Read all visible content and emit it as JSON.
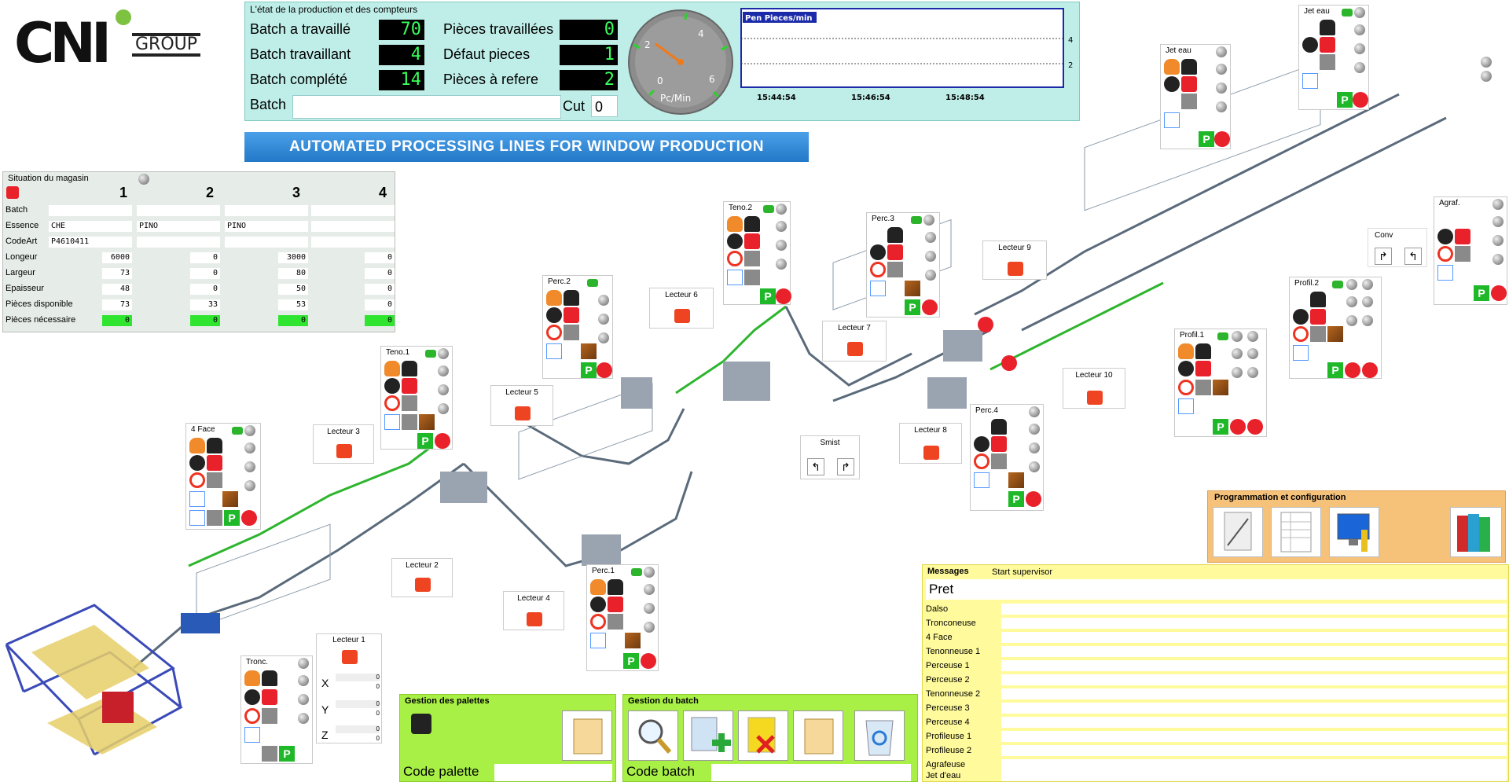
{
  "logo": {
    "text": "CNI",
    "group": "GROUP"
  },
  "production": {
    "title": "L'état de la production et des compteurs",
    "batch_worked_label": "Batch a travaillé",
    "batch_worked_value": "70",
    "batch_working_label": "Batch travaillant",
    "batch_working_value": "4",
    "batch_done_label": "Batch complété",
    "batch_done_value": "14",
    "pieces_worked_label": "Pièces travaillées",
    "pieces_worked_value": "0",
    "defects_label": "Défaut pieces",
    "defects_value": "1",
    "redo_label": "Pièces à refere",
    "redo_value": "2",
    "batch_label": "Batch",
    "batch_value": "",
    "cut_label": "Cut",
    "cut_value": "0"
  },
  "gauge": {
    "unit": "Pc/Min",
    "ticks": [
      "0",
      "2",
      "4",
      "6"
    ],
    "value": 2.4
  },
  "trend": {
    "pen_label": "Pen Pieces/min",
    "y_ticks": [
      "4",
      "2"
    ],
    "times": [
      "15:44:54",
      "15:46:54",
      "15:48:54"
    ]
  },
  "banner": "AUTOMATED PROCESSING LINES FOR WINDOW PRODUCTION",
  "magasin": {
    "title": "Situation du magasin",
    "columns": [
      "1",
      "2",
      "3",
      "4"
    ],
    "row_labels": [
      "Batch",
      "Essence",
      "CodeArt",
      "Longeur",
      "Largeur",
      "Epaisseur",
      "Pièces disponible",
      "Pièces nécessaire"
    ],
    "essence": [
      "CHE",
      "PINO",
      "PINO",
      ""
    ],
    "codeart": [
      "P4610411",
      "",
      "",
      ""
    ],
    "longeur": [
      "6000",
      "0",
      "3000",
      "0"
    ],
    "largeur": [
      "73",
      "0",
      "80",
      "0"
    ],
    "epaisseur": [
      "48",
      "0",
      "50",
      "0"
    ],
    "disponible": [
      "73",
      "33",
      "53",
      "0"
    ],
    "necessaire": [
      "0",
      "0",
      "0",
      "0"
    ]
  },
  "machines": {
    "face4": "4 Face",
    "teno1": "Teno.1",
    "teno2": "Teno.2",
    "perc1": "Perc.1",
    "perc2": "Perc.2",
    "perc3": "Perc.3",
    "perc4": "Perc.4",
    "profil1": "Profil.1",
    "profil2": "Profil.2",
    "agraf": "Agraf.",
    "jet1": "Jet eau",
    "jet2": "Jet eau",
    "tronc": "Tronc.",
    "smist": "Smist",
    "conv": "Conv"
  },
  "lecteurs": [
    "Lecteur 1",
    "Lecteur 2",
    "Lecteur 3",
    "Lecteur 4",
    "Lecteur 5",
    "Lecteur 6",
    "Lecteur 7",
    "Lecteur 8",
    "Lecteur 9",
    "Lecteur 10"
  ],
  "xyz": {
    "x": "X",
    "y": "Y",
    "z": "Z",
    "vals": [
      "0",
      "0",
      "0",
      "0",
      "0",
      "0"
    ]
  },
  "prog": {
    "title": "Programmation et configuration"
  },
  "messages": {
    "title": "Messages",
    "status": "Start supervisor",
    "current": "Pret",
    "rows": [
      "Dalso",
      "Tronconeuse",
      "4 Face",
      "Tenonneuse 1",
      "Perceuse 1",
      "Perceuse 2",
      "Tenonneuse 2",
      "Perceuse 3",
      "Perceuse 4",
      "Profileuse 1",
      "Profileuse 2",
      "Agrafeuse",
      "Jet d'eau"
    ]
  },
  "palettes": {
    "title": "Gestion des palettes",
    "code_label": "Code palette",
    "code_value": ""
  },
  "batch_mgmt": {
    "title": "Gestion du batch",
    "code_label": "Code batch",
    "code_value": ""
  },
  "colors": {
    "teal_panel": "#bfeee8",
    "banner": "#2378c8",
    "green_panel": "#a9f046",
    "messages": "#fffb9c",
    "prog": "#f6c27a",
    "led_green": "#39ff5a"
  }
}
